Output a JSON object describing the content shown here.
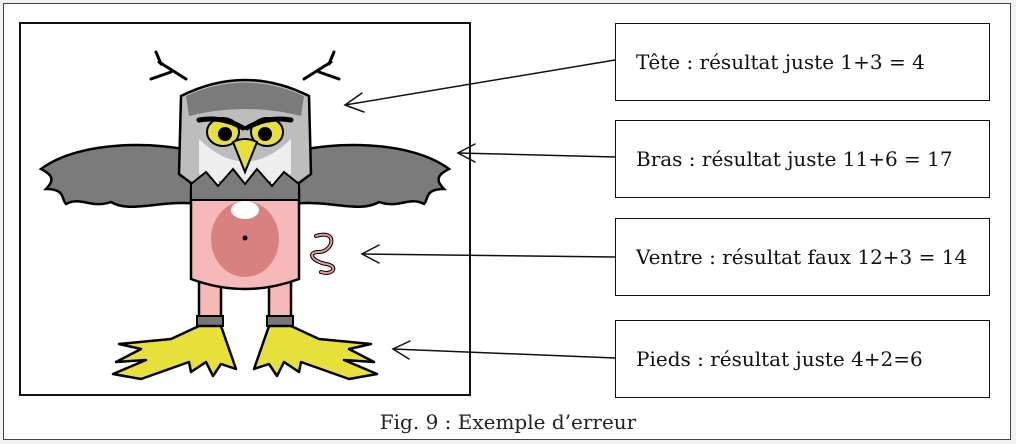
{
  "figure": {
    "caption": "Fig. 9 : Exemple d’erreur",
    "illustration": "owl-pig-hybrid-drawing",
    "labels": [
      {
        "id": "tete",
        "text": "Tête : résultat juste 1+3 = 4"
      },
      {
        "id": "bras",
        "text": "Bras : résultat juste 11+6 = 17"
      },
      {
        "id": "ventre",
        "text": "Ventre : résultat faux 12+3 = 14"
      },
      {
        "id": "pieds",
        "text": "Pieds : résultat juste 4+2=6"
      }
    ]
  }
}
